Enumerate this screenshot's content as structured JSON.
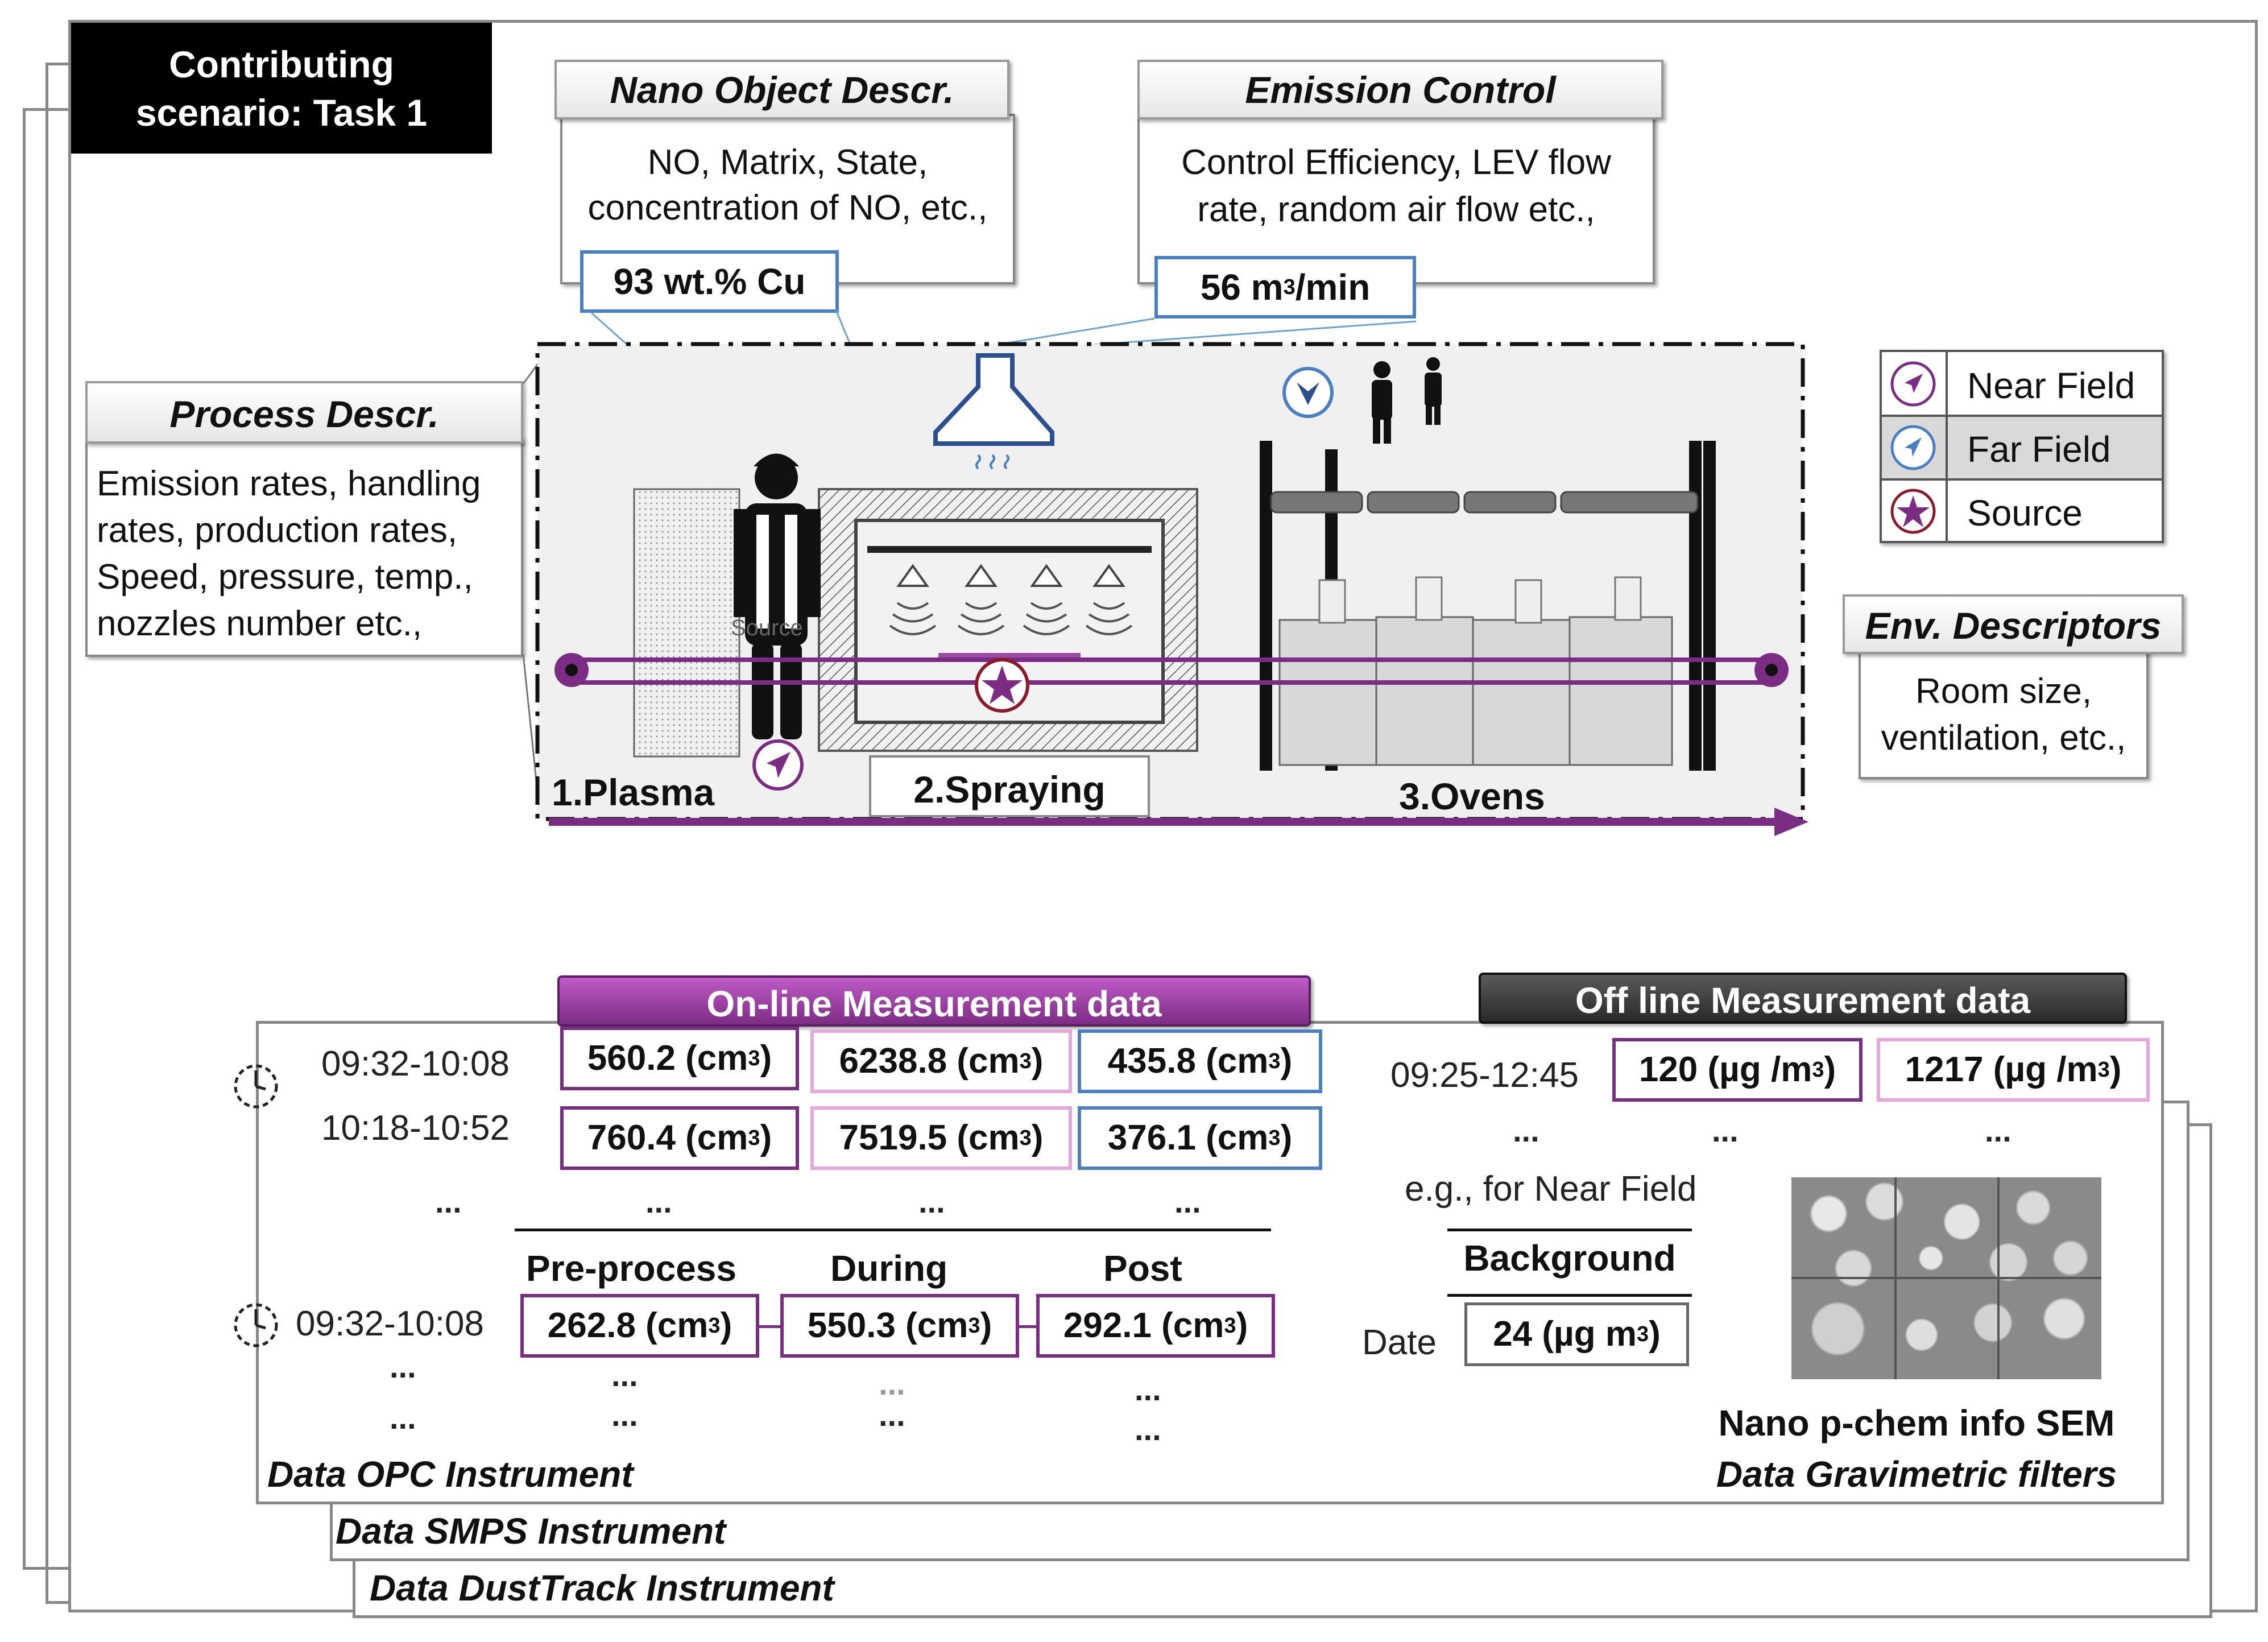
{
  "scenario": {
    "line1": "Contributing",
    "line2": "scenario: Task 1"
  },
  "nano_object": {
    "header": "Nano Object Descr.",
    "line1": "NO, Matrix, State,",
    "line2": "concentration of NO, etc.,",
    "value": "93 wt.% Cu"
  },
  "emission_control": {
    "header": "Emission Control",
    "line1": "Control Efficiency, LEV flow",
    "line2": "rate, random air flow etc.,",
    "value_prefix": "56 m",
    "value_sup": "3",
    "value_suffix": "/min"
  },
  "process": {
    "header": "Process Descr.",
    "lines": [
      "Emission rates, handling",
      "rates, production rates,",
      "Speed, pressure, temp.,",
      "nozzles number etc.,"
    ]
  },
  "env": {
    "header": "Env. Descriptors",
    "line1": "Room size,",
    "line2": "ventilation, etc.,"
  },
  "legend": {
    "near": "Near Field",
    "far": "Far Field",
    "source": "Source"
  },
  "stages": {
    "plasma": "1.Plasma",
    "spraying": "2.Spraying",
    "ovens": "3.Ovens",
    "worker_label": "Source"
  },
  "online": {
    "header": "On-line Measurement data",
    "rows": [
      {
        "time": "09:32-10:08",
        "v1": "560.2 (cm",
        "v2": "6238.8 (cm",
        "v3": "435.8 (cm"
      },
      {
        "time": "10:18-10:52",
        "v1": "760.4 (cm",
        "v2": "7519.5 (cm",
        "v3": "376.1 (cm"
      }
    ],
    "sup": "3",
    "close": ")",
    "dots": "...",
    "phase_headers": [
      "Pre-process",
      "During",
      "Post"
    ],
    "phase_time": "09:32-10:08",
    "phase_values": [
      "262.8 (cm",
      "550.3 (cm",
      "292.1 (cm"
    ]
  },
  "offline": {
    "header": "Off line Measurement data",
    "time": "09:25-12:45",
    "v1": "120 (µg /m",
    "v2": "1217 (µg /m",
    "sup": "3",
    "close": ")",
    "dots": "...",
    "eg": "e.g., for Near Field",
    "background": "Background",
    "date_label": "Date",
    "date_value": "24 (µg m",
    "sem_title": "Nano p-chem info SEM",
    "gravimetric": "Data Gravimetric filters"
  },
  "instruments": {
    "opc": "Data OPC Instrument",
    "smps": "Data SMPS Instrument",
    "dusttrack": "Data DustTrack Instrument"
  },
  "colors": {
    "purple": "#7b2d83",
    "pink": "#e7a6dd",
    "blue": "#4a7fc1",
    "dark": "#3a3a3a"
  }
}
